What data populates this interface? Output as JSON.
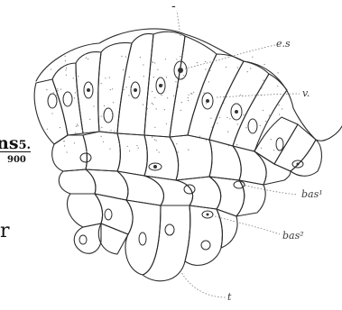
{
  "labels": {
    "es": "e.s",
    "v": "v.",
    "bas1": "bas¹",
    "bas2": "bas²",
    "t": "t"
  },
  "edge_text": {
    "plate_ref": "ns",
    "plate_num": "5.",
    "magnification": "900",
    "fragment": "r"
  }
}
